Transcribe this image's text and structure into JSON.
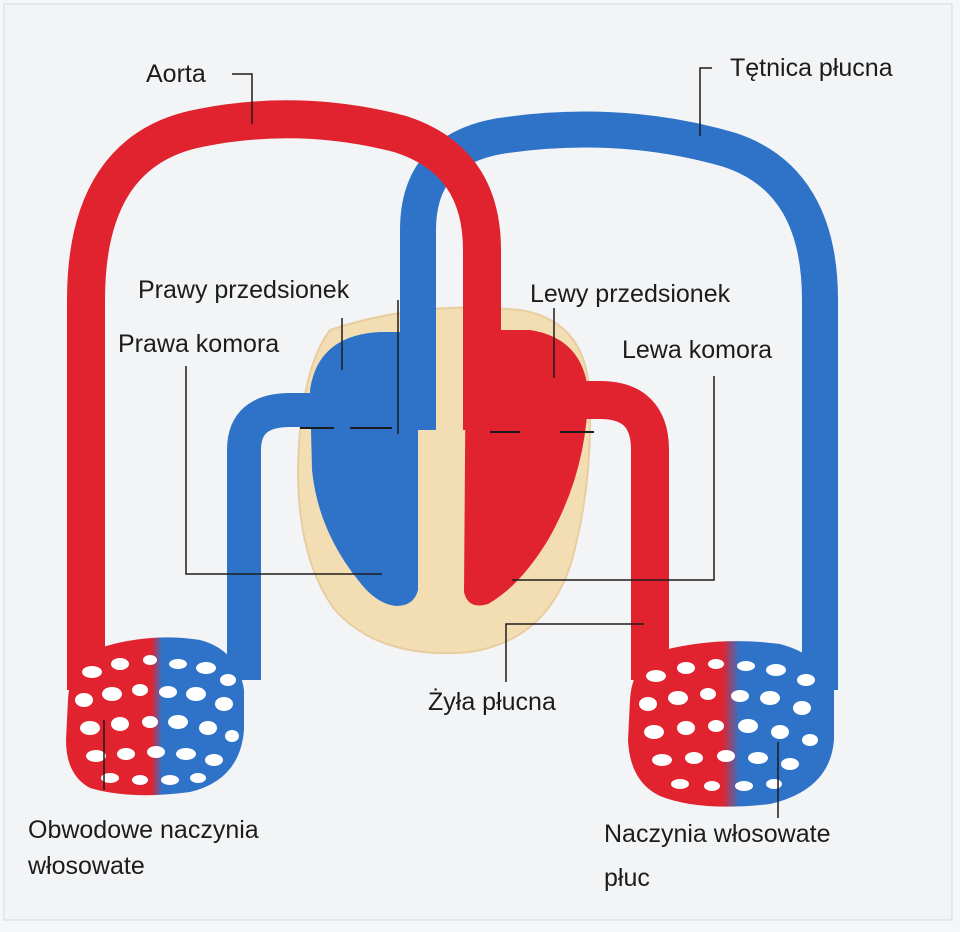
{
  "labels": {
    "aorta": "Aorta",
    "pulmonary_artery": "Tętnica płucna",
    "right_atrium": "Prawy przedsionek",
    "right_ventricle": "Prawa komora",
    "left_atrium": "Lewy przedsionek",
    "left_ventricle": "Lewa komora",
    "pulmonary_vein": "Żyła płucna",
    "systemic_capillaries_line1": "Obwodowe  naczynia",
    "systemic_capillaries_line2": "włosowate",
    "pulmonary_capillaries_line1": "Naczynia włosowate",
    "pulmonary_capillaries_line2": "płuc"
  },
  "colors": {
    "oxygenated": "#e0232f",
    "deoxygenated": "#2f73c8",
    "heart_body": "#f3deb3",
    "background": "#f4f6f8",
    "leader_line": "#1c1c1c"
  }
}
